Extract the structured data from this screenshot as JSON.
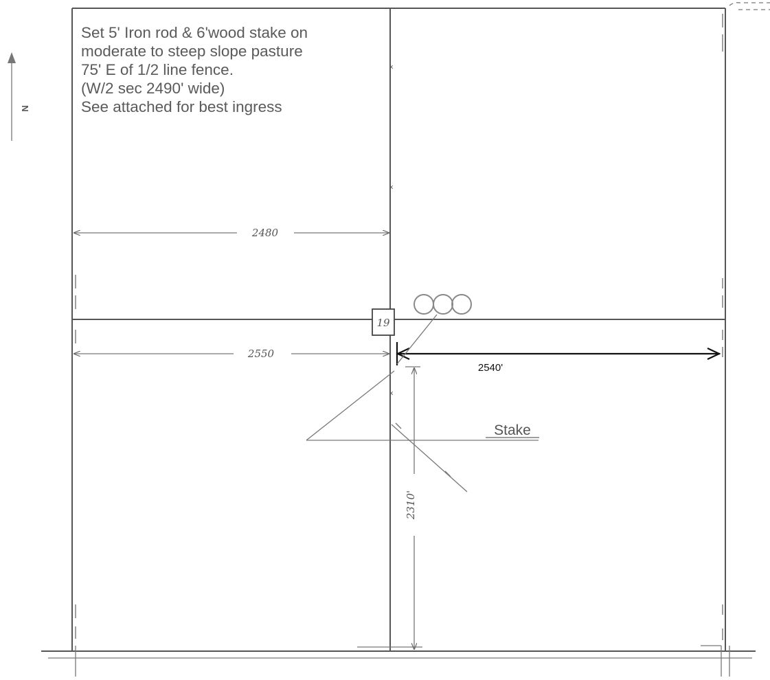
{
  "note": {
    "lines": [
      "Set 5' Iron rod & 6'wood stake on",
      "moderate to steep slope pasture",
      "75' E of 1/2 line fence.",
      "(W/2 sec 2490' wide)",
      "See attached for best ingress"
    ]
  },
  "north_arrow": {
    "letter": "N"
  },
  "section": {
    "number": "19"
  },
  "dimensions": {
    "upper_west": "2480",
    "lower_west": "2550",
    "east": "2540'",
    "south": "2310'"
  },
  "stake": {
    "label": "Stake"
  }
}
